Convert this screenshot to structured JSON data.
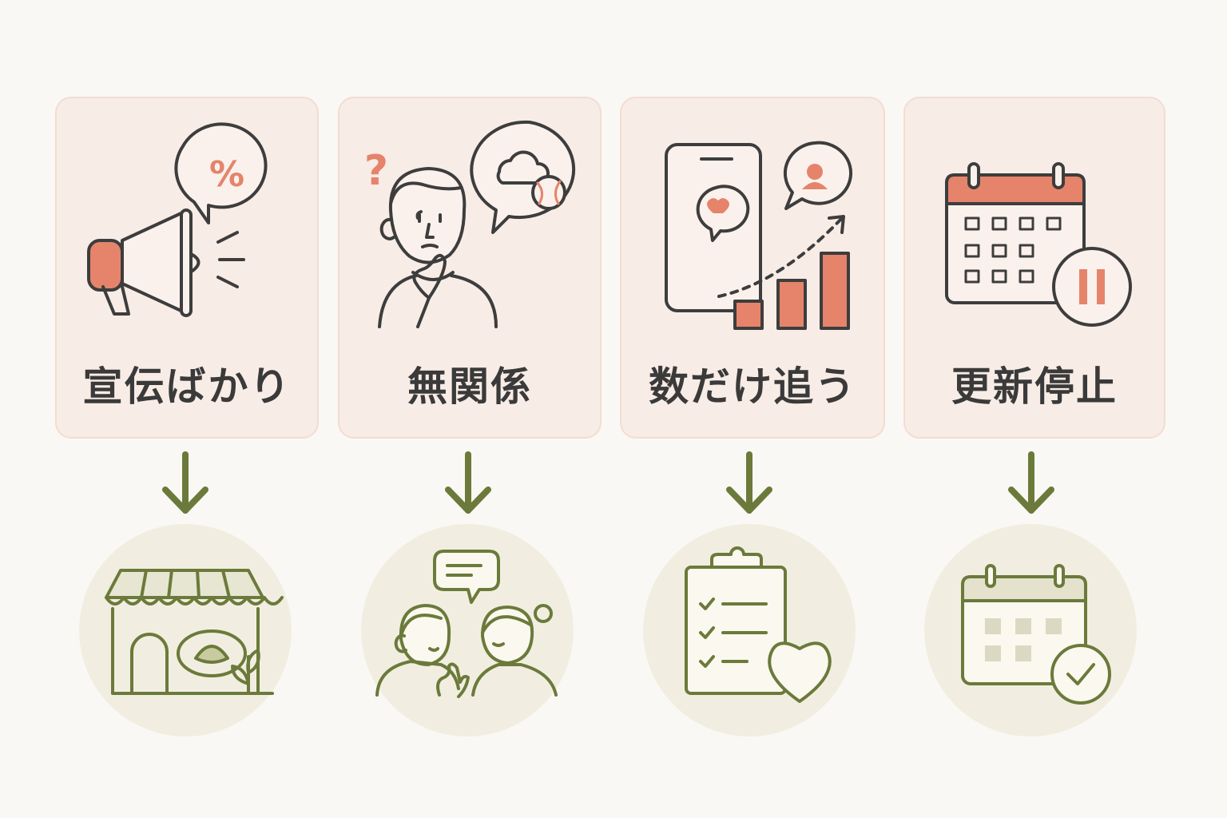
{
  "colors": {
    "background": "#faf8f4",
    "card_fill": "#f8ece6",
    "card_border": "#f2ddd3",
    "accent_coral": "#e5846b",
    "line_dark": "#3d3d3d",
    "olive": "#6b7a3a",
    "circle_fill": "#f1eee1"
  },
  "problems": [
    {
      "label": "宣伝ばかり",
      "icon": "megaphone-icon"
    },
    {
      "label": "無関係",
      "icon": "confused-person-icon"
    },
    {
      "label": "数だけ追う",
      "icon": "phone-growth-chart-icon"
    },
    {
      "label": "更新停止",
      "icon": "paused-calendar-icon"
    }
  ],
  "solutions": [
    {
      "icon": "storefront-icon"
    },
    {
      "icon": "conversation-icon"
    },
    {
      "icon": "checklist-heart-icon"
    },
    {
      "icon": "calendar-check-icon"
    }
  ],
  "illustration_text": {
    "percent_sign": "%",
    "question_mark": "?"
  }
}
